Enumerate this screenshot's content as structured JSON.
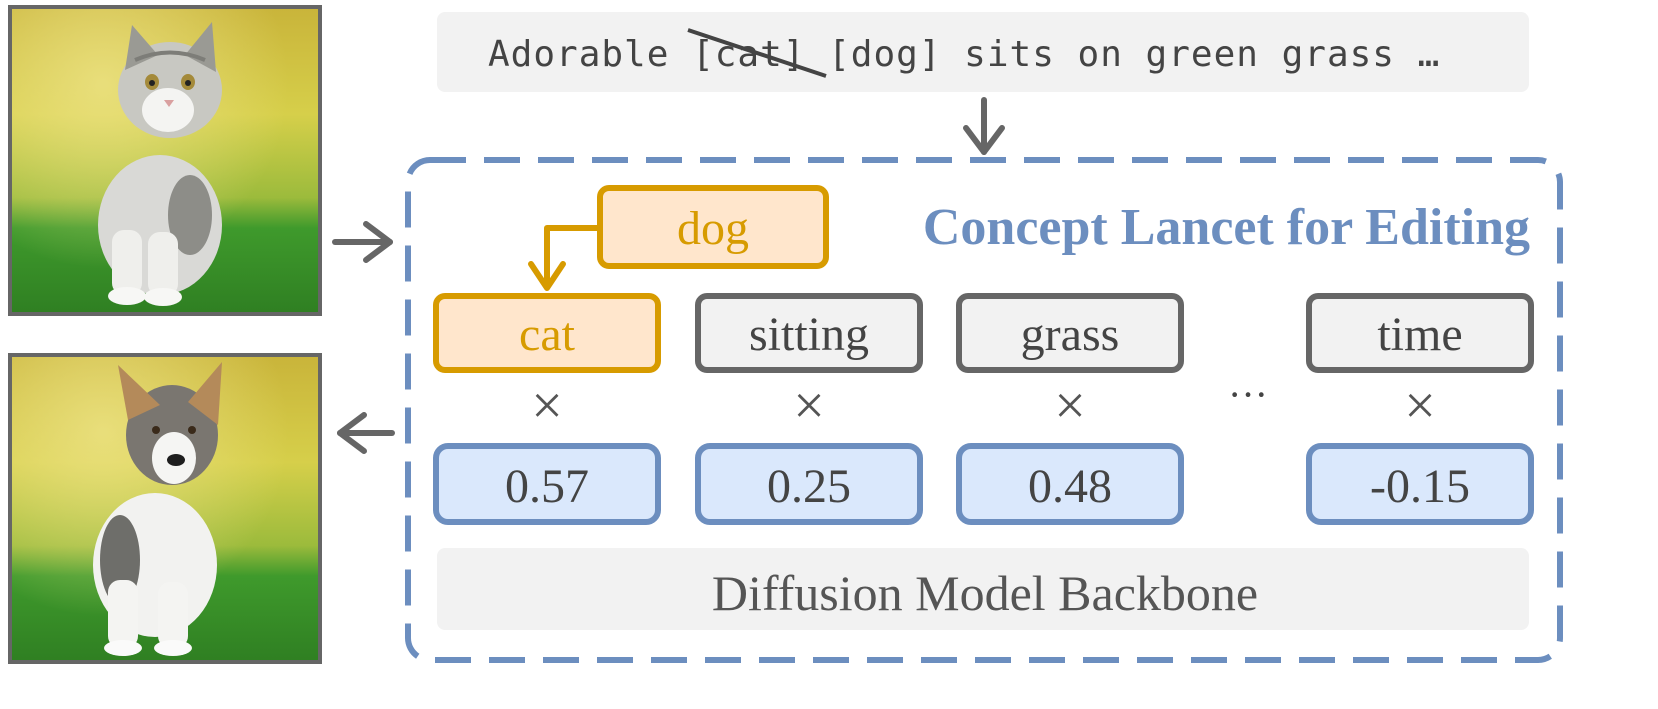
{
  "colors": {
    "gray": "#666666",
    "box_bg": "#f2f2f2",
    "blue": "#6c8ebf",
    "blue_fill": "#dae8fc",
    "orange": "#d79b00",
    "orange_fill": "#ffe6cc",
    "title_blue": "#6c8ebf"
  },
  "prompt": {
    "prefix": "Adorable ",
    "struck": "[cat]",
    "suffix": " [dog] sits on green grass …"
  },
  "panel": {
    "title": "Concept Lancet for Editing",
    "replacement": "dog",
    "times_symbol": "×",
    "ellipsis": "···",
    "concepts": [
      {
        "label": "cat",
        "coefficient": "0.57",
        "highlight": true
      },
      {
        "label": "sitting",
        "coefficient": "0.25",
        "highlight": false
      },
      {
        "label": "grass",
        "coefficient": "0.48",
        "highlight": false
      },
      {
        "label": "time",
        "coefficient": "-0.15",
        "highlight": false
      }
    ],
    "backbone": "Diffusion Model Backbone"
  },
  "images": {
    "input": "kitten sitting on green grass",
    "output": "puppy sitting on green grass"
  }
}
